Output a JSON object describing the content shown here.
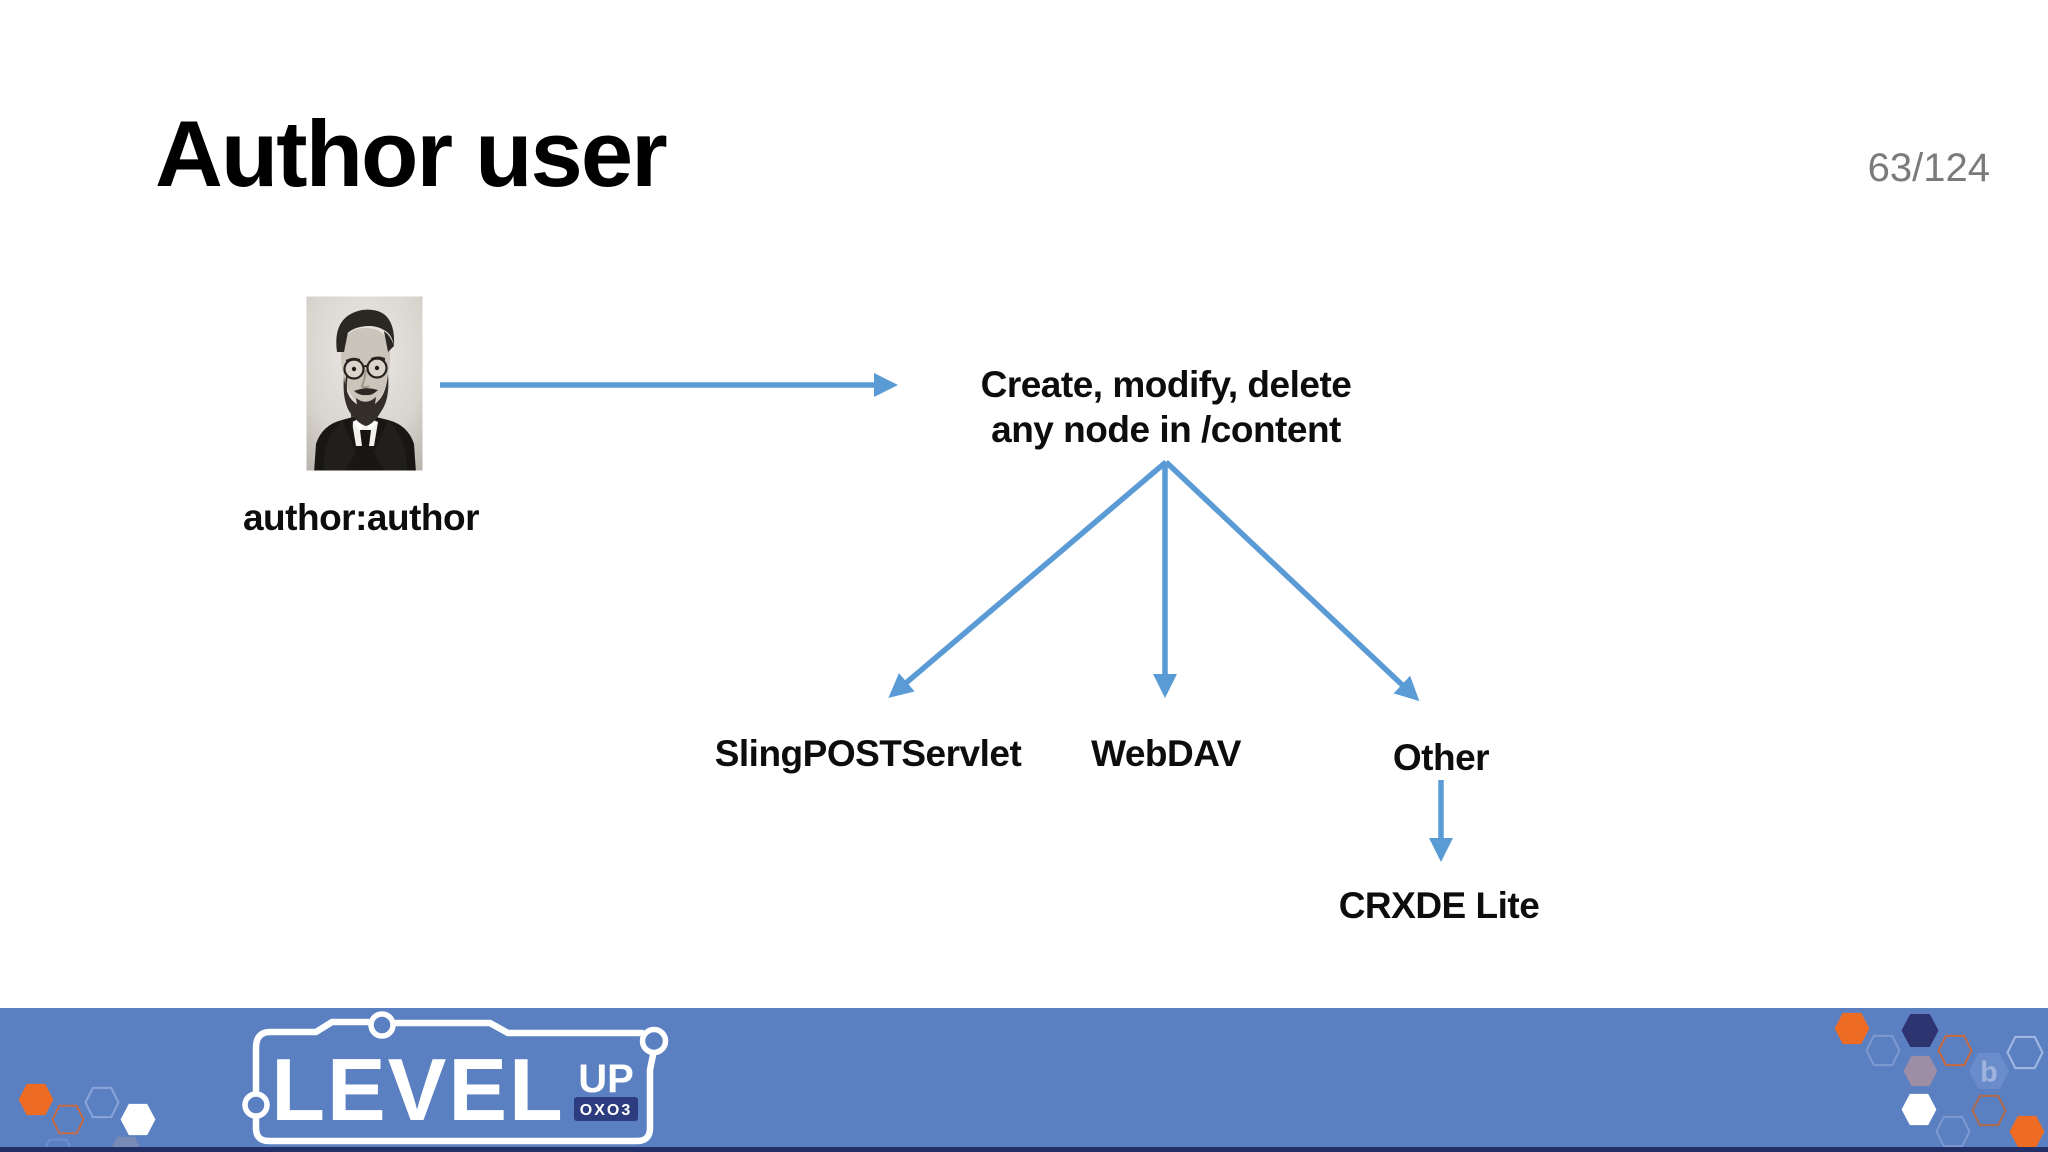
{
  "slide": {
    "title": "Author user",
    "page_indicator": "63/124"
  },
  "diagram": {
    "actor_label": "author:author",
    "action": {
      "line1": "Create, modify, delete",
      "line2": "any node in /content"
    },
    "targets": [
      {
        "label": "SlingPOSTServlet"
      },
      {
        "label": "WebDAV"
      },
      {
        "label": "Other"
      }
    ],
    "sub_target": "CRXDE Lite"
  },
  "footer": {
    "logo": {
      "main": "LEVEL",
      "up": "UP",
      "tag": "OXO3"
    },
    "watermark_letter": "b"
  },
  "colors": {
    "arrow_blue": "#5b9bd5",
    "footer_bg": "#5b80c2",
    "accent_orange": "#ee6b23",
    "navy_hexagon": "#2d346f",
    "mauve_hexagon": "#9d8ea6",
    "page_number_gray": "#7b7b7b",
    "logo_tag_bg": "#2c3c7e"
  }
}
